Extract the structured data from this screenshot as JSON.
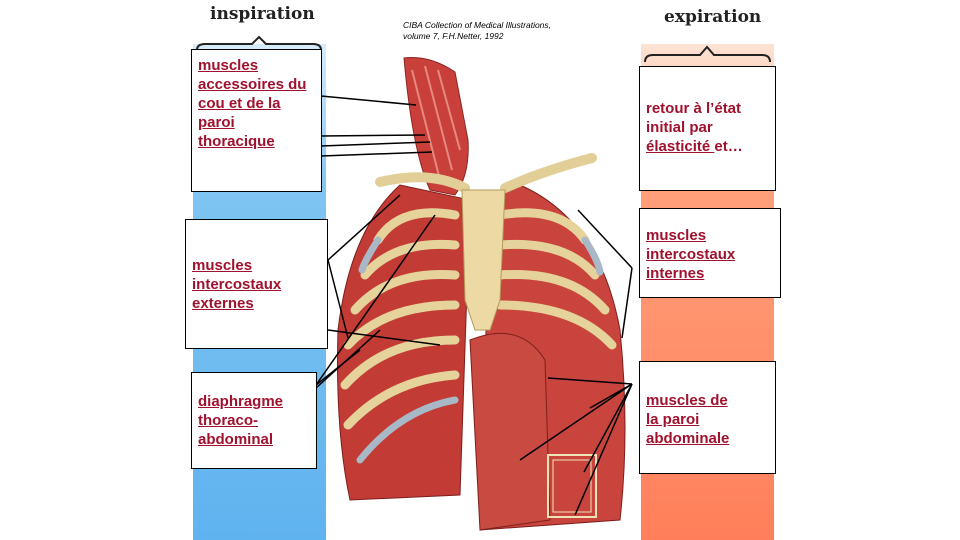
{
  "headings": {
    "left": "inspiration",
    "right": "expiration"
  },
  "citation": {
    "line1": "CIBA Collection of Medical Illustrations,",
    "line2": "volume 7, F.H.Netter, 1992"
  },
  "labels": {
    "accessory": [
      "muscles",
      "accessoires du",
      "cou et de la",
      "paroi",
      "thoracique"
    ],
    "ext_intercostal": [
      "muscles",
      "intercostaux",
      "externes"
    ],
    "diaphragm": [
      "diaphragme",
      "thoraco-",
      "abdominal"
    ],
    "retour": {
      "l1": "retour à l’état",
      "l2": "initial par",
      "l3_u": "élasticité ",
      "l3_rest": "et…"
    },
    "int_intercostal": [
      "muscles",
      "intercostaux",
      "internes"
    ],
    "abdominal": [
      "muscles de",
      "la paroi",
      "abdominale"
    ]
  },
  "colors": {
    "label_text": "#a0112e",
    "inspiration_band": "#6bb9f0",
    "expiration_band": "#ff8a63"
  }
}
